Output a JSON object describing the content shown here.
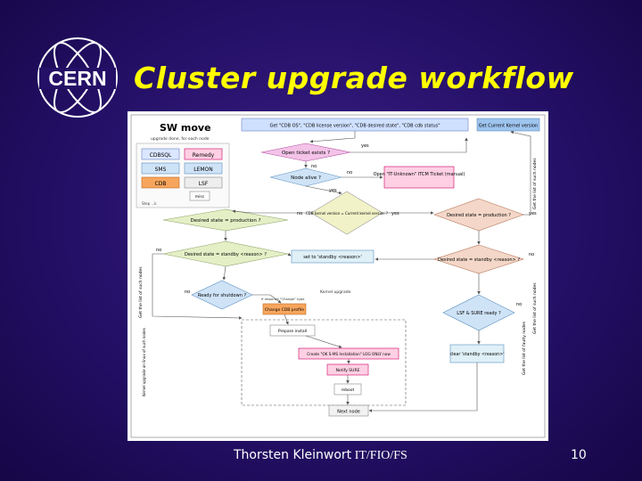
{
  "logo": {
    "text": "CERN"
  },
  "slide": {
    "title": "Cluster upgrade workflow"
  },
  "footer": {
    "author": "Thorsten Kleinwort",
    "group": " IT/FIO/FS",
    "page": "10"
  },
  "diagram": {
    "heading": "SW move",
    "subheading": "upgrade done, for each node",
    "legend": {
      "cdbsql": "CDBSQL",
      "remedy": "Remedy",
      "sms": "SMS",
      "lemon": "LEMON",
      "cdb": "CDB",
      "lsf": "LSF",
      "misc": "misc",
      "note": "Step ...k"
    },
    "nodes": {
      "get_cdb": "Get \"CDB OS\", \"CDB license version\", \"CDB desired state\", \"CDB cdb status\"",
      "get_current": "Get Current Kernel version",
      "open_ticket": "Open ticket exists ?",
      "node_alive": "Node alive ?",
      "open_remedy": "Open \"IT-Unknown\" ITCM Ticket (manual)",
      "cdb_kernel_q": "CDB kernel version = Current kernel version ?",
      "desired_state_prod": "Desired state = production ?",
      "desired_state_prod2": "Desired state = production ?",
      "desired_state_standby": "Desired state = standby <reason> ?",
      "desired_state_standby2": "Desired state = standby <reason> ?",
      "set_standby": "set to 'standby <reason>'",
      "ready_shutdown": "Ready for shutdown ?",
      "change_cdb": "Change CDB profile",
      "prepare_install": "Prepare install",
      "create_ticket": "Create \"OK S-MS Installation\" LOG ONLY now",
      "notify_sure": "Notify SURE",
      "reboot": "reboot",
      "lsf_sure": "LSF & SURE ready ?",
      "clear_standby": "clear 'standby <reason>'",
      "next_node": "Next node",
      "side_left": "Get the list of such nodes",
      "side_right_top": "Get the list of such nodes",
      "side_right_mid": "Get the list of such nodes",
      "side_right_bot": "Get the list of faulty nodes",
      "side_left_bottom": "Kernel upgrade on linux of such nodes"
    },
    "labels": {
      "yes": "yes",
      "no": "no",
      "kernel_upgrade": "Kernel upgrade",
      "if_upgrade": "if required \"Change\" type"
    }
  }
}
